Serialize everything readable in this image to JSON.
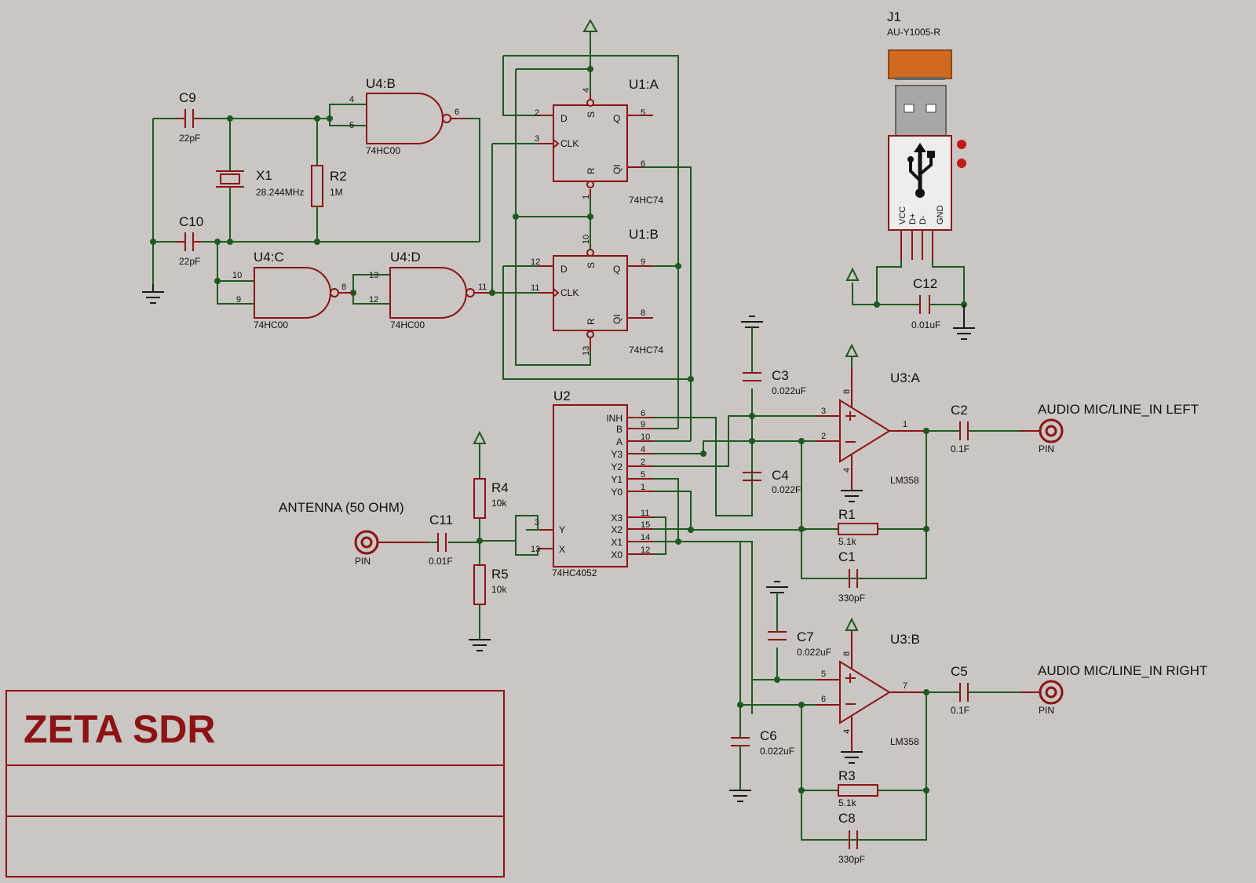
{
  "title_block": {
    "title": "ZETA SDR"
  },
  "u4b": {
    "name": "U4:B",
    "part": "74HC00",
    "pins": [
      "4",
      "5",
      "6"
    ]
  },
  "u4c": {
    "name": "U4:C",
    "part": "74HC00",
    "pins": [
      "10",
      "9",
      "8"
    ]
  },
  "u4d": {
    "name": "U4:D",
    "part": "74HC00",
    "pins": [
      "13",
      "12",
      "11"
    ]
  },
  "c9": {
    "name": "C9",
    "value": "22pF"
  },
  "c10": {
    "name": "C10",
    "value": "22pF"
  },
  "x1": {
    "name": "X1",
    "value": "28.244MHz"
  },
  "r2": {
    "name": "R2",
    "value": "1M"
  },
  "u1a": {
    "name": "U1:A",
    "part": "74HC74",
    "pins": [
      "4",
      "2",
      "3",
      "5",
      "6",
      "1"
    ],
    "labels": {
      "d": "D",
      "clk": "CLK",
      "q": "Q",
      "qi": "QI",
      "s": "S",
      "r": "R"
    }
  },
  "u1b": {
    "name": "U1:B",
    "part": "74HC74",
    "pins": [
      "10",
      "12",
      "11",
      "9",
      "8",
      "13"
    ],
    "labels": {
      "d": "D",
      "clk": "CLK",
      "q": "Q",
      "qi": "QI",
      "s": "S",
      "r": "R"
    }
  },
  "j1": {
    "name": "J1",
    "part": "AU-Y1005-R",
    "pins": [
      "VCC",
      "D+",
      "D-",
      "GND"
    ]
  },
  "c12": {
    "name": "C12",
    "value": "0.01uF"
  },
  "u2": {
    "name": "U2",
    "part": "74HC4052",
    "right": [
      {
        "label": "INH",
        "pin": "6"
      },
      {
        "label": "B",
        "pin": "9"
      },
      {
        "label": "A",
        "pin": "10"
      },
      {
        "label": "Y3",
        "pin": "4"
      },
      {
        "label": "Y2",
        "pin": "2"
      },
      {
        "label": "Y1",
        "pin": "5"
      },
      {
        "label": "Y0",
        "pin": "1"
      },
      {
        "label": "X3",
        "pin": "11"
      },
      {
        "label": "X2",
        "pin": "15"
      },
      {
        "label": "X1",
        "pin": "14"
      },
      {
        "label": "X0",
        "pin": "12"
      }
    ],
    "left": [
      {
        "label": "Y",
        "pin": "3"
      },
      {
        "label": "X",
        "pin": "13"
      }
    ]
  },
  "antenna": {
    "label": "ANTENNA (50 OHM)",
    "pin": "PIN"
  },
  "c11": {
    "name": "C11",
    "value": "0.01F"
  },
  "r4": {
    "name": "R4",
    "value": "10k"
  },
  "r5": {
    "name": "R5",
    "value": "10k"
  },
  "c3": {
    "name": "C3",
    "value": "0.022uF"
  },
  "c4": {
    "name": "C4",
    "value": "0.022F"
  },
  "u3a": {
    "name": "U3:A",
    "part": "LM358",
    "pins": [
      "3",
      "2",
      "1",
      "8",
      "4"
    ]
  },
  "c2": {
    "name": "C2",
    "value": "0.1F"
  },
  "out_left": {
    "label": "AUDIO MIC/LINE_IN LEFT",
    "pin": "PIN"
  },
  "r1": {
    "name": "R1",
    "value": "5.1k"
  },
  "c1": {
    "name": "C1",
    "value": "330pF"
  },
  "c7": {
    "name": "C7",
    "value": "0.022uF"
  },
  "u3b": {
    "name": "U3:B",
    "part": "LM358",
    "pins": [
      "5",
      "6",
      "7",
      "8",
      "4"
    ]
  },
  "c5": {
    "name": "C5",
    "value": "0.1F"
  },
  "out_right": {
    "label": "AUDIO MIC/LINE_IN RIGHT",
    "pin": "PIN"
  },
  "c6": {
    "name": "C6",
    "value": "0.022uF"
  },
  "r3": {
    "name": "R3",
    "value": "5.1k"
  },
  "c8": {
    "name": "C8",
    "value": "330pF"
  }
}
